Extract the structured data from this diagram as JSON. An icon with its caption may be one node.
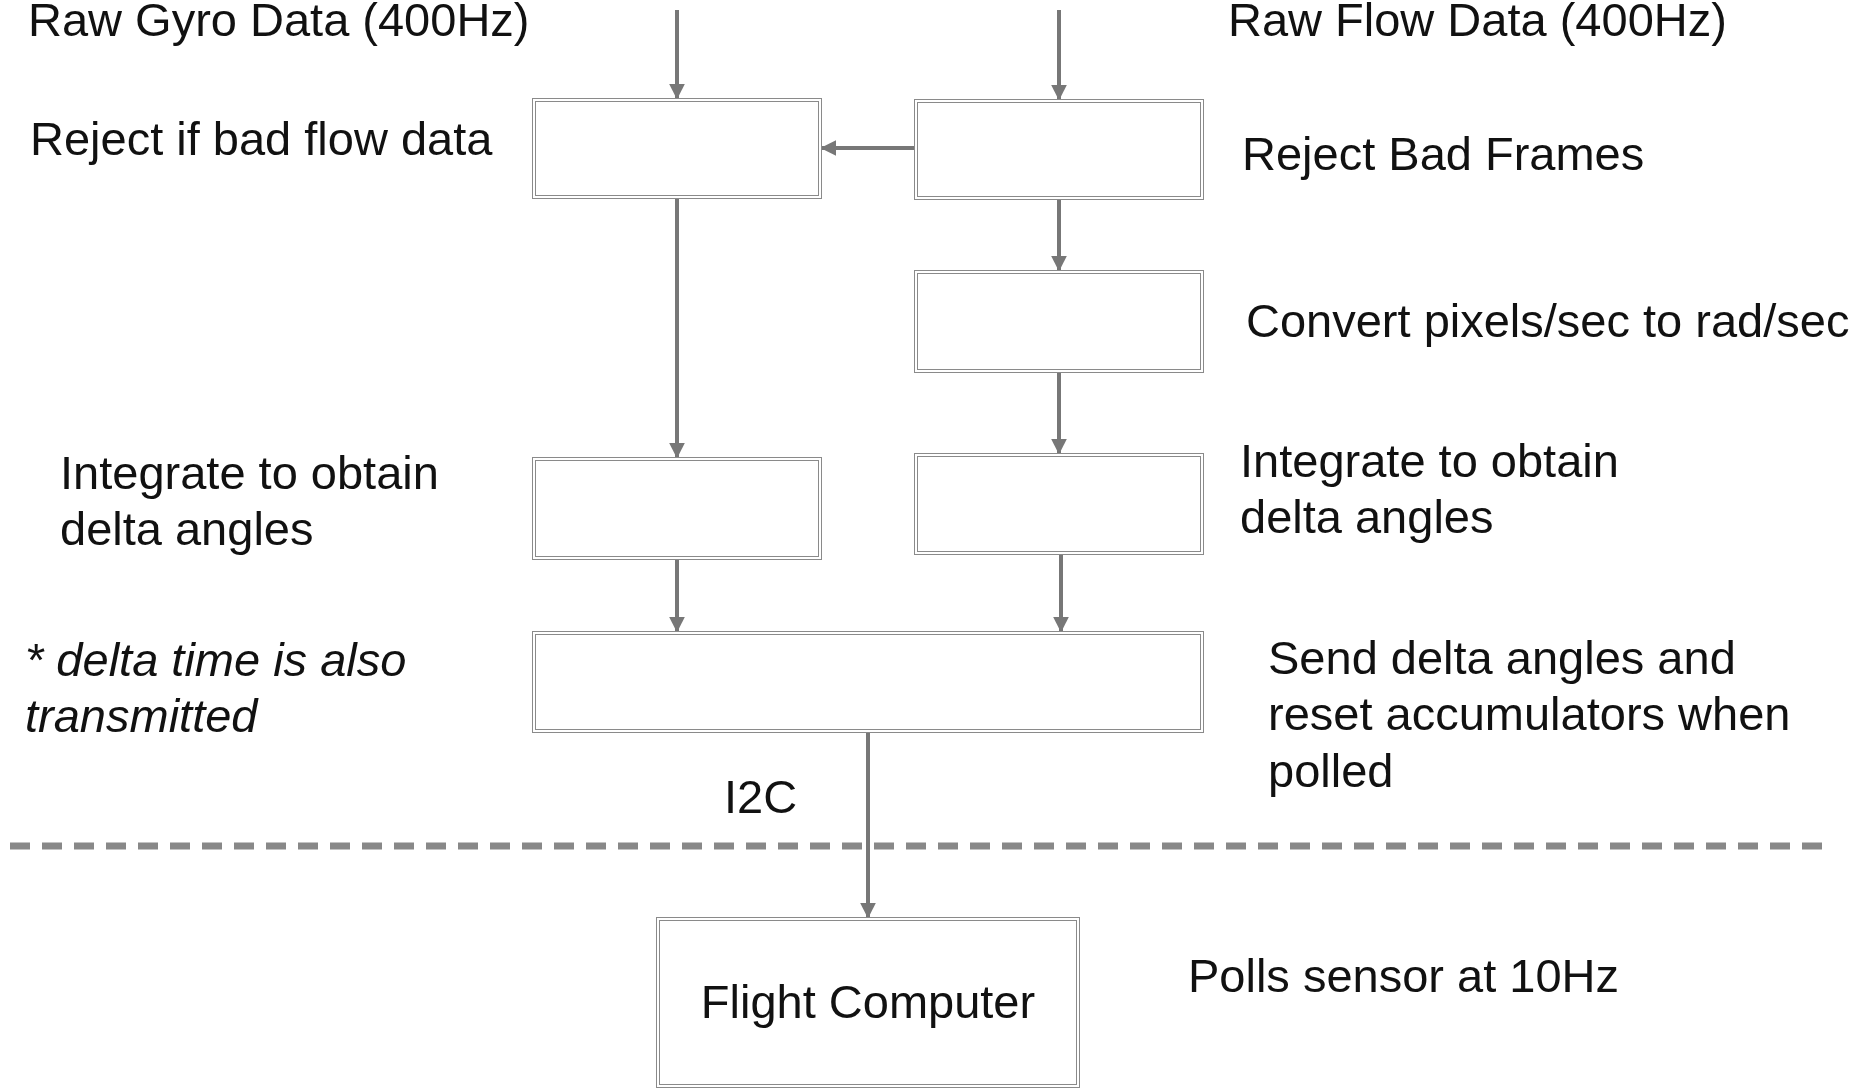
{
  "diagram": {
    "nodes": [
      {
        "text": [],
        "shape": "box",
        "beside": [
          "Reject if bad flow data"
        ]
      },
      {
        "text": [],
        "shape": "box",
        "beside": [
          "Reject Bad Frames"
        ]
      },
      {
        "text": [],
        "shape": "box",
        "beside": [
          "Convert pixels/sec to rad/sec"
        ]
      },
      {
        "text": [],
        "shape": "box",
        "beside": [
          "Integrate to obtain delta angles"
        ]
      },
      {
        "text": [],
        "shape": "box",
        "beside": [
          "Integrate to obtain delta angles"
        ]
      },
      {
        "text": [],
        "shape": "box",
        "beside": [
          "Send delta angles and reset accumulators when polled"
        ]
      },
      {
        "text": [
          "Flight Computer"
        ],
        "beside": [
          "Polls sensor at 10Hz"
        ]
      }
    ],
    "edges": [
      {
        "from": null,
        "to": 0,
        "arrow": "to"
      },
      {
        "from": null,
        "to": 1,
        "arrow": "to"
      },
      {
        "from": 1,
        "to": 0,
        "arrow": "to"
      },
      {
        "from": 1,
        "to": 2,
        "arrow": "to"
      },
      {
        "from": 0,
        "to": 3,
        "arrow": "to"
      },
      {
        "from": 2,
        "to": 4,
        "arrow": "to"
      },
      {
        "from": 3,
        "to": 5,
        "arrow": "to"
      },
      {
        "from": 4,
        "to": 5,
        "arrow": "to"
      },
      {
        "from": 5,
        "to": 6,
        "arrow": "to",
        "label": "I2C"
      }
    ],
    "labels": [
      "Raw Gyro Data (400Hz)",
      "Raw Flow Data (400Hz)",
      "* delta time is also transmitted"
    ]
  }
}
